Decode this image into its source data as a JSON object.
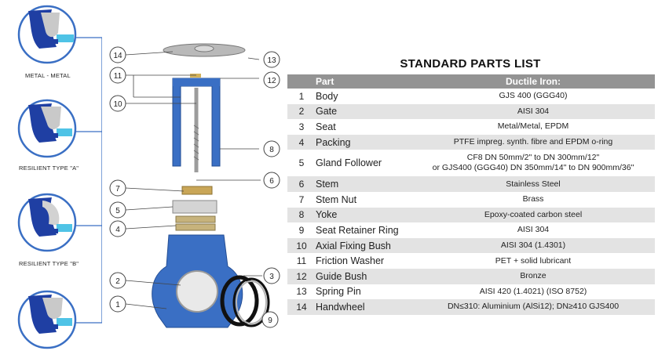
{
  "seat_types": [
    {
      "caption": "METAL - METAL"
    },
    {
      "caption": "RESILIENT  TYPE \"A\""
    },
    {
      "caption": "RESILIENT  TYPE \"B\""
    },
    {
      "caption": ""
    }
  ],
  "callouts": [
    "14",
    "13",
    "11",
    "12",
    "10",
    "8",
    "7",
    "6",
    "5",
    "4",
    "2",
    "3",
    "1",
    "9"
  ],
  "parts_list": {
    "title": "STANDARD PARTS LIST",
    "headers": {
      "num": "",
      "part": "Part",
      "material": "Ductile Iron:"
    },
    "rows": [
      {
        "num": "1",
        "part": "Body",
        "material": [
          "GJS 400 (GGG40)"
        ]
      },
      {
        "num": "2",
        "part": "Gate",
        "material": [
          "AISI 304"
        ]
      },
      {
        "num": "3",
        "part": "Seat",
        "material": [
          "Metal/Metal, EPDM"
        ]
      },
      {
        "num": "4",
        "part": "Packing",
        "material": [
          "PTFE impreg. synth. fibre and EPDM o-ring"
        ]
      },
      {
        "num": "5",
        "part": "Gland Follower",
        "material": [
          "CF8 DN 50mm/2\" to DN 300mm/12\"",
          "or GJS400 (GGG40) DN 350mm/14\" to DN 900mm/36\""
        ]
      },
      {
        "num": "6",
        "part": "Stem",
        "material": [
          "Stainless Steel"
        ]
      },
      {
        "num": "7",
        "part": "Stem Nut",
        "material": [
          "Brass"
        ]
      },
      {
        "num": "8",
        "part": "Yoke",
        "material": [
          "Epoxy-coated carbon steel"
        ]
      },
      {
        "num": "9",
        "part": "Seat Retainer Ring",
        "material": [
          "AISI 304"
        ]
      },
      {
        "num": "10",
        "part": "Axial Fixing Bush",
        "material": [
          "AISI 304 (1.4301)"
        ]
      },
      {
        "num": "11",
        "part": "Friction Washer",
        "material": [
          "PET + solid lubricant"
        ]
      },
      {
        "num": "12",
        "part": "Guide Bush",
        "material": [
          "Bronze"
        ]
      },
      {
        "num": "13",
        "part": "Spring Pin",
        "material": [
          "AISI 420 (1.4021) (ISO 8752)"
        ]
      },
      {
        "num": "14",
        "part": "Handwheel",
        "material": [
          "DN≤310: Aluminium (AlSi12); DN≥410 GJS400"
        ]
      }
    ]
  },
  "colors": {
    "valve_blue": "#3a6fc4",
    "seat_blue": "#1f3fa3",
    "header_gray": "#939393",
    "row_gray": "#e3e3e3",
    "accent_cyan": "#4fc3e6"
  }
}
